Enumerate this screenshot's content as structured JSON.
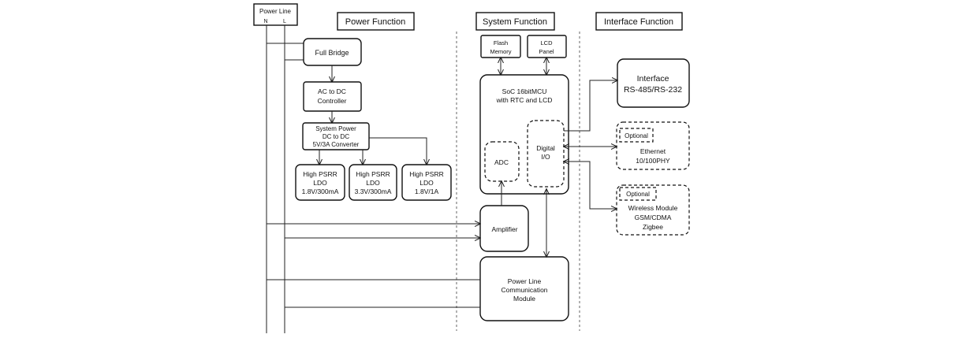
{
  "power_line": {
    "label": "Power Line",
    "n": "N",
    "l": "L"
  },
  "headings": {
    "power": "Power Function",
    "system": "System Function",
    "interface": "Interface Function"
  },
  "power_blocks": {
    "full_bridge": "Full Bridge",
    "ac_dc": [
      "AC to DC",
      "Controller"
    ],
    "system_power": [
      "System Power",
      "DC to DC",
      "5V/3A Converter"
    ],
    "ldo1": [
      "High PSRR",
      "LDO",
      "1.8V/300mA"
    ],
    "ldo2": [
      "High PSRR",
      "LDO",
      "3.3V/300mA"
    ],
    "ldo3": [
      "High PSRR",
      "LDO",
      "1.8V/1A"
    ]
  },
  "system_blocks": {
    "flash": [
      "Flash",
      "Memory"
    ],
    "lcd": [
      "LCD",
      "Panel"
    ],
    "soc": [
      "SoC 16bitMCU",
      "with RTC and LCD"
    ],
    "adc": "ADC",
    "digital_io": [
      "Digital",
      "I/O"
    ],
    "amplifier": "Amplifier",
    "plc": [
      "Power Line",
      "Communication",
      "Module"
    ]
  },
  "interface_blocks": {
    "interface": [
      "Interface",
      "RS-485/RS-232"
    ],
    "ethernet": {
      "tag": "Optional",
      "lines": [
        "Ethernet",
        "10/100PHY"
      ]
    },
    "wireless": {
      "tag": "Optional",
      "lines": [
        "Wireless Module",
        "GSM/CDMA",
        "Zigbee"
      ]
    }
  }
}
